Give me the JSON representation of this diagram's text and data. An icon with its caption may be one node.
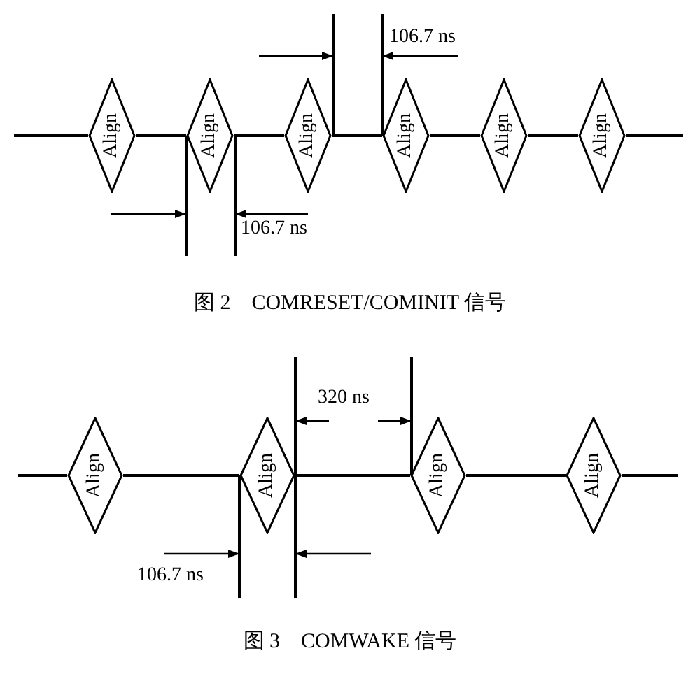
{
  "diagram": {
    "nodes": [
      {
        "text": [
          "Align"
        ]
      },
      {
        "text": [
          "Align"
        ]
      },
      {
        "text": [
          "Align"
        ]
      },
      {
        "text": [
          "Align"
        ]
      },
      {
        "text": [
          "Align"
        ]
      },
      {
        "text": [
          "Align"
        ]
      },
      {
        "text": [
          "Align"
        ]
      },
      {
        "text": [
          "Align"
        ]
      },
      {
        "text": [
          "Align"
        ]
      },
      {
        "text": [
          "Align"
        ]
      }
    ],
    "edges": [
      {
        "from": null,
        "to": 0,
        "arrow": "none"
      },
      {
        "from": 0,
        "to": 1,
        "arrow": "none"
      },
      {
        "from": 1,
        "to": 2,
        "arrow": "none"
      },
      {
        "from": 2,
        "to": 3,
        "arrow": "none"
      },
      {
        "from": 3,
        "to": 4,
        "arrow": "none"
      },
      {
        "from": 4,
        "to": 5,
        "arrow": "none"
      },
      {
        "from": 5,
        "to": null,
        "arrow": "none"
      },
      {
        "from": null,
        "to": 6,
        "arrow": "none"
      },
      {
        "from": 6,
        "to": 7,
        "arrow": "none"
      },
      {
        "from": 7,
        "to": 8,
        "arrow": "none"
      },
      {
        "from": 8,
        "to": 9,
        "arrow": "none"
      },
      {
        "from": 9,
        "to": null,
        "arrow": "none"
      }
    ],
    "labels": [
      "106.7 ns",
      "106.7 ns",
      "图 2　COMRESET/COMINIT 信号",
      "320 ns",
      "106.7 ns",
      "图 3　COMWAKE 信号"
    ]
  }
}
